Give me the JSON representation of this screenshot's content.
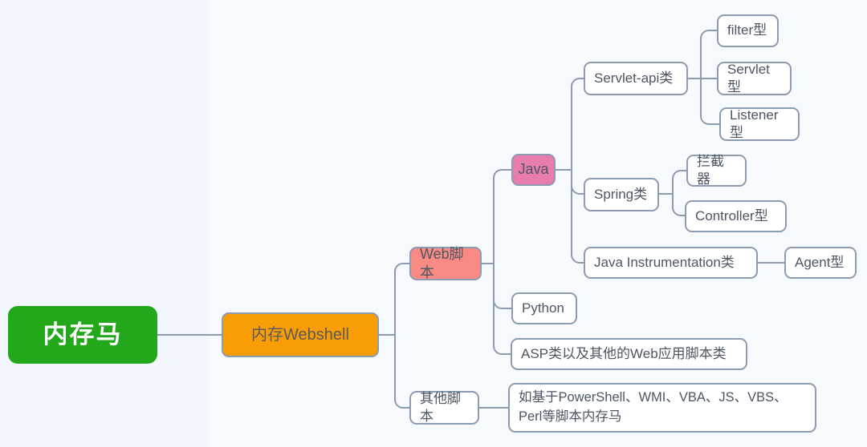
{
  "diagram": {
    "type": "mindmap",
    "title": "内存马",
    "background": "#f1f7fd",
    "panel_background": "#f7fafd",
    "link_color": "#8c9bb0",
    "nodes": {
      "root": {
        "label": "内存马",
        "color": "#22a81a",
        "text_color": "#ffffff"
      },
      "webshell": {
        "label": "内存Webshell",
        "color": "#f99d07"
      },
      "web_script": {
        "label": "Web脚本",
        "color": "#fa8b84"
      },
      "other_script": {
        "label": "其他脚本",
        "color": "#ffffff"
      },
      "java": {
        "label": "Java",
        "color": "#e87cae"
      },
      "python": {
        "label": "Python",
        "color": "#ffffff"
      },
      "asp": {
        "label": "ASP类以及其他的Web应用脚本类",
        "color": "#ffffff"
      },
      "other_detail": {
        "label": "如基于PowerShell、WMI、VBA、JS、VBS、Perl等脚本内存马",
        "color": "#ffffff"
      },
      "servlet_api": {
        "label": "Servlet-api类",
        "color": "#ffffff"
      },
      "spring": {
        "label": "Spring类",
        "color": "#ffffff"
      },
      "instrumentation": {
        "label": "Java Instrumentation类",
        "color": "#ffffff"
      },
      "filter": {
        "label": "filter型",
        "color": "#ffffff"
      },
      "servlet": {
        "label": "Servlet型",
        "color": "#ffffff"
      },
      "listener": {
        "label": "Listener型",
        "color": "#ffffff"
      },
      "interceptor": {
        "label": "拦截器",
        "color": "#ffffff"
      },
      "controller": {
        "label": "Controller型",
        "color": "#ffffff"
      },
      "agent": {
        "label": "Agent型",
        "color": "#ffffff"
      }
    }
  }
}
